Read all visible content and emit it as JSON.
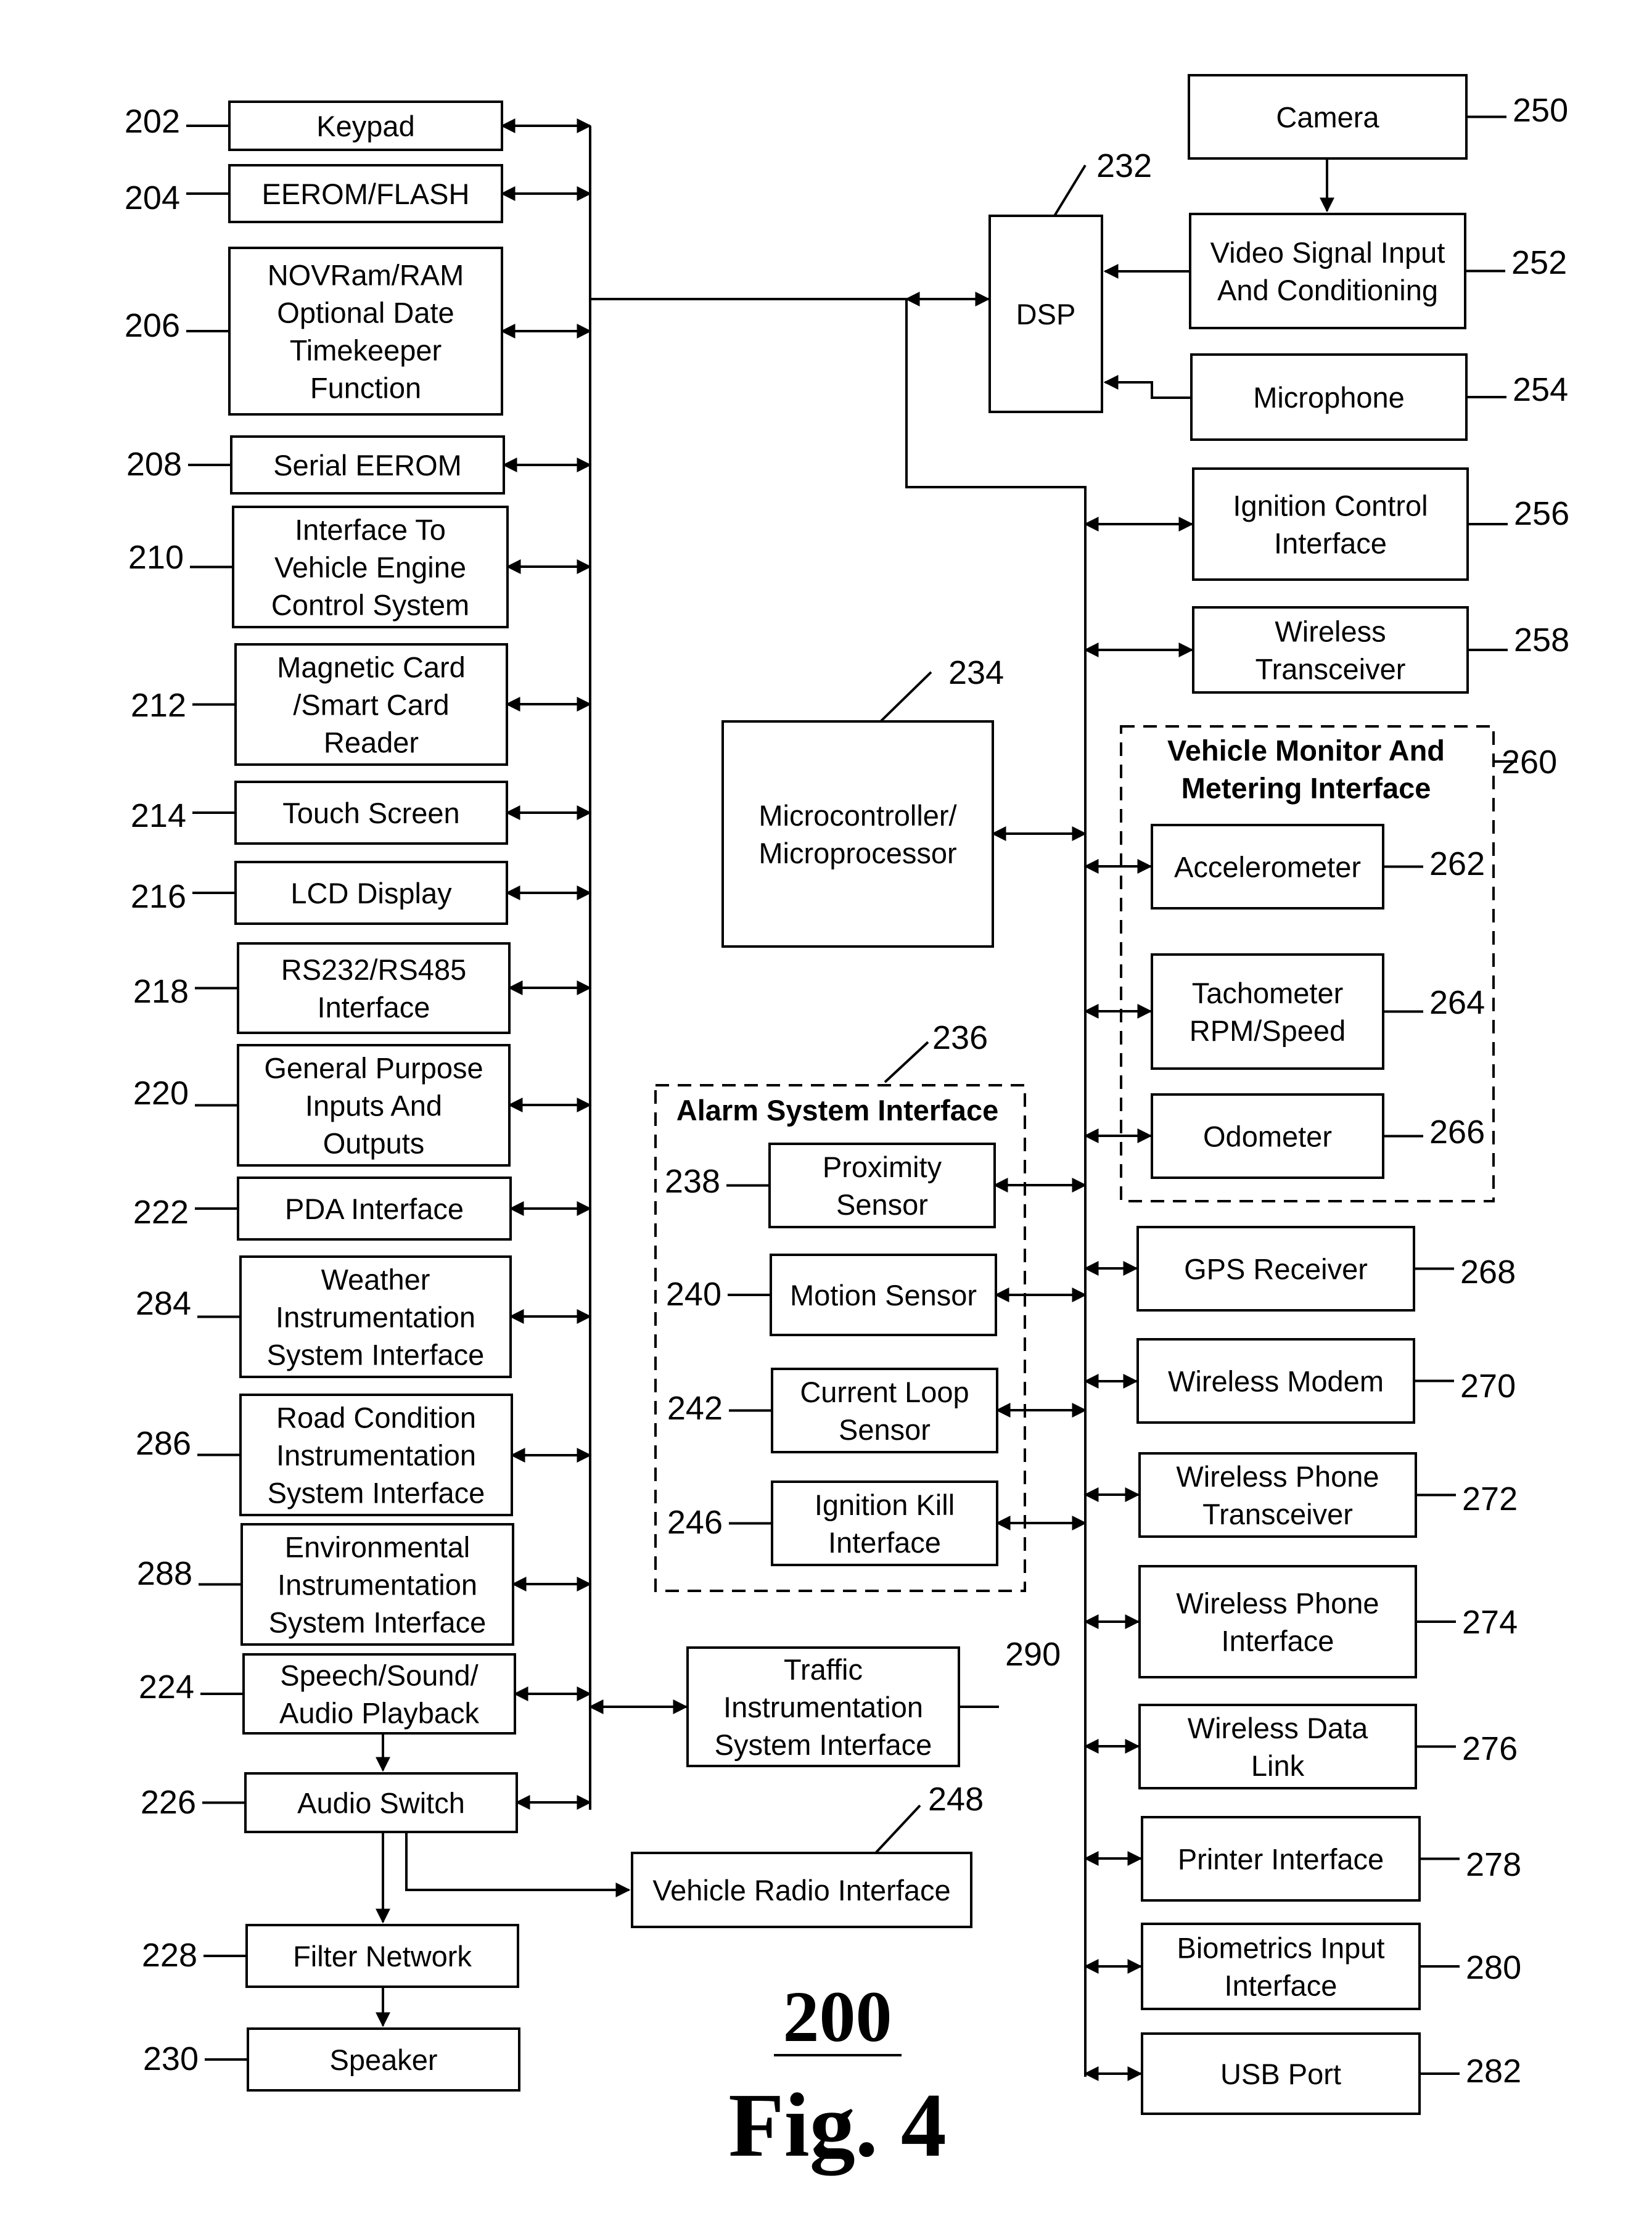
{
  "figure": {
    "number": "200",
    "caption": "Fig. 4"
  },
  "blocks": {
    "keypad": {
      "ref": "202",
      "lines": [
        "Keypad"
      ]
    },
    "eerom_flash": {
      "ref": "204",
      "lines": [
        "EEROM/FLASH"
      ]
    },
    "novram": {
      "ref": "206",
      "lines": [
        "NOVRam/RAM",
        "Optional Date",
        "Timekeeper",
        "Function"
      ]
    },
    "serial_eerom": {
      "ref": "208",
      "lines": [
        "Serial EEROM"
      ]
    },
    "engine_interface": {
      "ref": "210",
      "lines": [
        "Interface To",
        "Vehicle Engine",
        "Control System"
      ]
    },
    "card_reader": {
      "ref": "212",
      "lines": [
        "Magnetic Card",
        "/Smart Card",
        "Reader"
      ]
    },
    "touch_screen": {
      "ref": "214",
      "lines": [
        "Touch Screen"
      ]
    },
    "lcd_display": {
      "ref": "216",
      "lines": [
        "LCD Display"
      ]
    },
    "rs232": {
      "ref": "218",
      "lines": [
        "RS232/RS485",
        "Interface"
      ]
    },
    "gpio": {
      "ref": "220",
      "lines": [
        "General Purpose",
        "Inputs And",
        "Outputs"
      ]
    },
    "pda": {
      "ref": "222",
      "lines": [
        "PDA Interface"
      ]
    },
    "weather": {
      "ref": "284",
      "lines": [
        "Weather",
        "Instrumentation",
        "System Interface"
      ]
    },
    "road": {
      "ref": "286",
      "lines": [
        "Road Condition",
        "Instrumentation",
        "System Interface"
      ]
    },
    "environmental": {
      "ref": "288",
      "lines": [
        "Environmental",
        "Instrumentation",
        "System Interface"
      ]
    },
    "speech": {
      "ref": "224",
      "lines": [
        "Speech/Sound/",
        "Audio Playback"
      ]
    },
    "audio_switch": {
      "ref": "226",
      "lines": [
        "Audio Switch"
      ]
    },
    "filter": {
      "ref": "228",
      "lines": [
        "Filter Network"
      ]
    },
    "speaker": {
      "ref": "230",
      "lines": [
        "Speaker"
      ]
    },
    "dsp": {
      "ref": "232",
      "lines": [
        "DSP"
      ]
    },
    "micro": {
      "ref": "234",
      "lines": [
        "Microcontroller/",
        "Microprocessor"
      ]
    },
    "camera": {
      "ref": "250",
      "lines": [
        "Camera"
      ]
    },
    "video": {
      "ref": "252",
      "lines": [
        "Video Signal Input",
        "And Conditioning"
      ]
    },
    "microphone": {
      "ref": "254",
      "lines": [
        "Microphone"
      ]
    },
    "ignition_control": {
      "ref": "256",
      "lines": [
        "Ignition Control",
        "Interface"
      ]
    },
    "wireless_transceiver": {
      "ref": "258",
      "lines": [
        "Wireless",
        "Transceiver"
      ]
    },
    "accelerometer": {
      "ref": "262",
      "lines": [
        "Accelerometer"
      ]
    },
    "tachometer": {
      "ref": "264",
      "lines": [
        "Tachometer",
        "RPM/Speed"
      ]
    },
    "odometer": {
      "ref": "266",
      "lines": [
        "Odometer"
      ]
    },
    "proximity": {
      "ref": "238",
      "lines": [
        "Proximity",
        "Sensor"
      ]
    },
    "motion": {
      "ref": "240",
      "lines": [
        "Motion Sensor"
      ]
    },
    "current_loop": {
      "ref": "242",
      "lines": [
        "Current Loop",
        "Sensor"
      ]
    },
    "ignition_kill": {
      "ref": "246",
      "lines": [
        "Ignition Kill",
        "Interface"
      ]
    },
    "traffic": {
      "ref": "290",
      "lines": [
        "Traffic",
        "Instrumentation",
        "System Interface"
      ]
    },
    "vehicle_radio": {
      "ref": "248",
      "lines": [
        "Vehicle Radio Interface"
      ]
    },
    "gps": {
      "ref": "268",
      "lines": [
        "GPS Receiver"
      ]
    },
    "wireless_modem": {
      "ref": "270",
      "lines": [
        "Wireless Modem"
      ]
    },
    "phone_transceiver": {
      "ref": "272",
      "lines": [
        "Wireless Phone",
        "Transceiver"
      ]
    },
    "phone_interface": {
      "ref": "274",
      "lines": [
        "Wireless Phone",
        "Interface"
      ]
    },
    "data_link": {
      "ref": "276",
      "lines": [
        "Wireless Data",
        "Link"
      ]
    },
    "printer": {
      "ref": "278",
      "lines": [
        "Printer Interface"
      ]
    },
    "biometrics": {
      "ref": "280",
      "lines": [
        "Biometrics Input",
        "Interface"
      ]
    },
    "usb": {
      "ref": "282",
      "lines": [
        "USB Port"
      ]
    }
  },
  "groups": {
    "vehicle_monitor": {
      "ref": "260",
      "lines": [
        "Vehicle Monitor And",
        "Metering Interface"
      ]
    },
    "alarm": {
      "ref": "236",
      "lines": [
        "Alarm System Interface"
      ]
    }
  }
}
